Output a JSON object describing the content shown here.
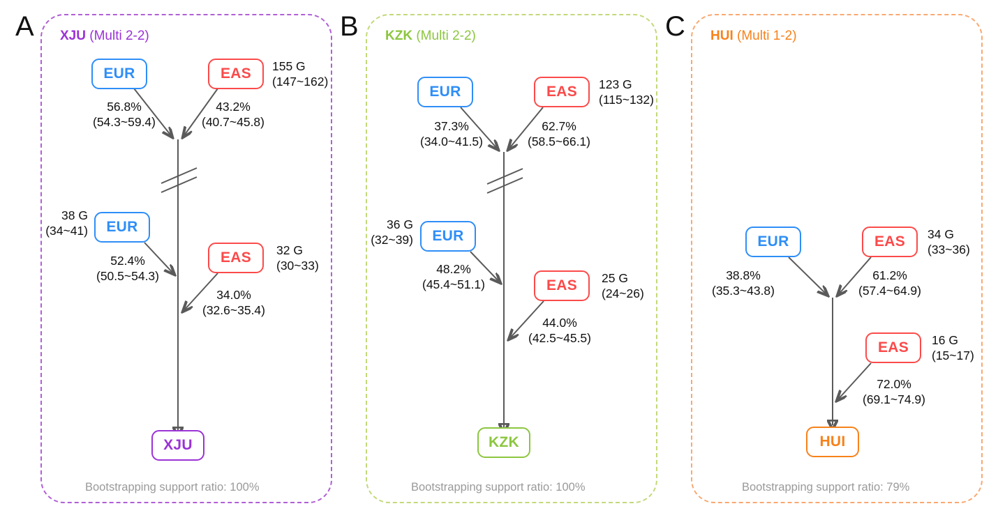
{
  "figure": {
    "type": "admixture-model-diagram",
    "panels": [
      {
        "letter": "A",
        "accent": "#b05fd6",
        "title_code": "XJU",
        "title_mode": "(Multi 2-2)",
        "title_color": "#9b32d6",
        "nodes": [
          {
            "name": "EUR",
            "role": "source-top-left",
            "color": "#2e8ef7"
          },
          {
            "name": "EAS",
            "role": "source-top-right",
            "color": "#fb4a4a"
          },
          {
            "name": "EUR",
            "role": "source-mid-left",
            "color": "#2e8ef7"
          },
          {
            "name": "EAS",
            "role": "source-mid-right",
            "color": "#fb4a4a"
          },
          {
            "name": "XJU",
            "role": "target",
            "color": "#9b32d6"
          }
        ],
        "gen_top": {
          "value": "155 G",
          "ci": "(147~162)"
        },
        "gen_mid_left": {
          "value": "38 G",
          "ci": "(34~41)"
        },
        "gen_mid_right": {
          "value": "32 G",
          "ci": "(30~33)"
        },
        "prop_top_left": {
          "value": "56.8%",
          "ci": "(54.3~59.4)"
        },
        "prop_top_right": {
          "value": "43.2%",
          "ci": "(40.7~45.8)"
        },
        "prop_mid_left": {
          "value": "52.4%",
          "ci": "(50.5~54.3)"
        },
        "prop_mid_right": {
          "value": "34.0%",
          "ci": "(32.6~35.4)"
        },
        "has_break_mark": true,
        "footnote": "Bootstrapping support ratio: 100%"
      },
      {
        "letter": "B",
        "accent": "#c2d97a",
        "title_code": "KZK",
        "title_mode": "(Multi 2-2)",
        "title_color": "#8cc63f",
        "nodes": [
          {
            "name": "EUR",
            "role": "source-top-left",
            "color": "#2e8ef7"
          },
          {
            "name": "EAS",
            "role": "source-top-right",
            "color": "#fb4a4a"
          },
          {
            "name": "EUR",
            "role": "source-mid-left",
            "color": "#2e8ef7"
          },
          {
            "name": "EAS",
            "role": "source-mid-right",
            "color": "#fb4a4a"
          },
          {
            "name": "KZK",
            "role": "target",
            "color": "#8cc63f"
          }
        ],
        "gen_top": {
          "value": "123 G",
          "ci": "(115~132)"
        },
        "gen_mid_left": {
          "value": "36 G",
          "ci": "(32~39)"
        },
        "gen_mid_right": {
          "value": "25 G",
          "ci": "(24~26)"
        },
        "prop_top_left": {
          "value": "37.3%",
          "ci": "(34.0~41.5)"
        },
        "prop_top_right": {
          "value": "62.7%",
          "ci": "(58.5~66.1)"
        },
        "prop_mid_left": {
          "value": "48.2%",
          "ci": "(45.4~51.1)"
        },
        "prop_mid_right": {
          "value": "44.0%",
          "ci": "(42.5~45.5)"
        },
        "has_break_mark": true,
        "footnote": "Bootstrapping support ratio: 100%"
      },
      {
        "letter": "C",
        "accent": "#f9a870",
        "title_code": "HUI",
        "title_mode": "(Multi 1-2)",
        "title_color": "#f7821b",
        "nodes": [
          {
            "name": "EUR",
            "role": "source-top-left",
            "color": "#2e8ef7"
          },
          {
            "name": "EAS",
            "role": "source-top-right",
            "color": "#fb4a4a"
          },
          {
            "name": "EAS",
            "role": "source-mid-right",
            "color": "#fb4a4a"
          },
          {
            "name": "HUI",
            "role": "target",
            "color": "#f7821b"
          }
        ],
        "gen_top": {
          "value": "34 G",
          "ci": "(33~36)"
        },
        "gen_mid_right": {
          "value": "16 G",
          "ci": "(15~17)"
        },
        "prop_top_left": {
          "value": "38.8%",
          "ci": "(35.3~43.8)"
        },
        "prop_top_right": {
          "value": "61.2%",
          "ci": "(57.4~64.9)"
        },
        "prop_mid_right": {
          "value": "72.0%",
          "ci": "(69.1~74.9)"
        },
        "has_break_mark": false,
        "footnote": "Bootstrapping support ratio: 79%"
      }
    ]
  }
}
